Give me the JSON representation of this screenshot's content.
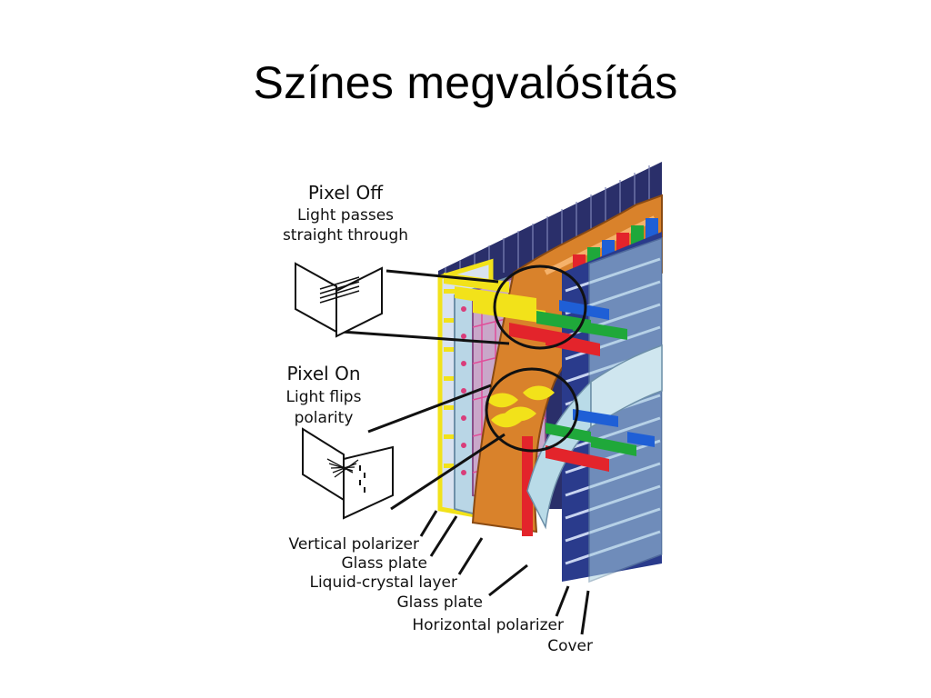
{
  "slide": {
    "title": "Színes megvalósítás"
  },
  "diagram": {
    "pixel_off": {
      "heading": "Pixel Off",
      "line1": "Light passes",
      "line2": "straight through"
    },
    "pixel_on": {
      "heading": "Pixel On",
      "line1": "Light flips",
      "line2": "polarity"
    },
    "layers": [
      "Vertical polarizer",
      "Glass plate",
      "Liquid-crystal layer",
      "Glass plate",
      "Horizontal polarizer",
      "Cover"
    ]
  },
  "colors": {
    "yellow": "#f2e21a",
    "red": "#e3242b",
    "green": "#1fa83a",
    "blue": "#1f5fd6",
    "orange": "#d9822b",
    "frame": "#2a2f6a",
    "glass": "#a9cfe0"
  }
}
